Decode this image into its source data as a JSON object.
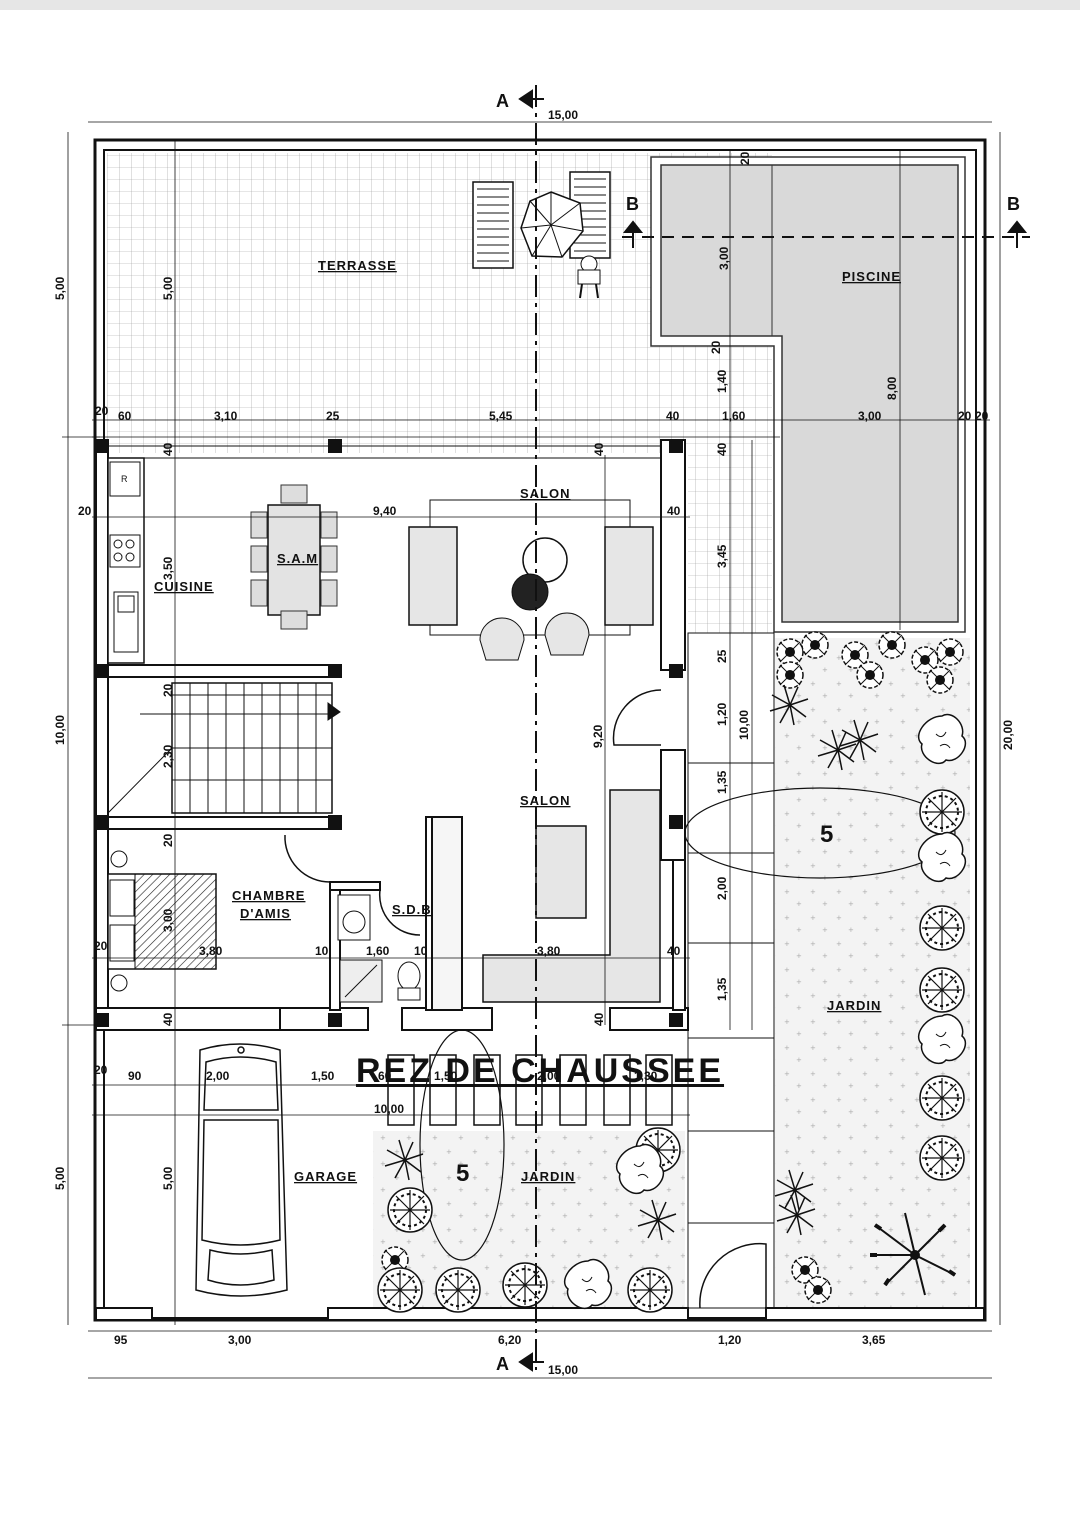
{
  "title": "REZ DE CHAUSSEE",
  "rooms": {
    "terrasse": "TERRASSE",
    "piscine": "PISCINE",
    "salon_top": "SALON",
    "salon_mid": "SALON",
    "sam": "S.A.M",
    "cuisine": "CUISINE",
    "chambre_1": "CHAMBRE",
    "chambre_2": "D'AMIS",
    "sdb": "S.D.B",
    "garage": "GARAGE",
    "jardin_right": "JARDIN",
    "jardin_bottom": "JARDIN"
  },
  "zone_labels": {
    "zone_right": "5",
    "zone_bottom": "5"
  },
  "section_marks": {
    "a_top": "A",
    "a_bottom": "A",
    "b_left": "B",
    "b_right": "B"
  },
  "fridge_label": "R",
  "dimensions": {
    "top_total": "15,00",
    "bottom_total": "15,00",
    "bottom_95": "95",
    "bottom_300": "3,00",
    "bottom_620": "6,20",
    "bottom_120": "1,20",
    "bottom_365": "3,65",
    "left_500_top": "5,00",
    "left_1000": "10,00",
    "left_500_bottom": "5,00",
    "right_2000": "20,00",
    "inner_500_terrasse": "5,00",
    "row1_20": "20",
    "row1_60": "60",
    "row1_310": "3,10",
    "row1_25": "25",
    "row1_545": "5,45",
    "row1_40": "40",
    "row1_160": "1,60",
    "row1_300": "3,00",
    "row1_20b": "20",
    "row1_20c": "20",
    "pool_20_top": "20",
    "pool_300": "3,00",
    "pool_20_mid": "20",
    "pool_140": "1,40",
    "pool_800": "8,00",
    "col_40_a": "40",
    "col_40_b": "40",
    "col_40_c": "40",
    "col_40_d": "40",
    "col_345": "3,45",
    "col_25": "25",
    "col_120": "1,20",
    "col_1000": "10,00",
    "col_135_a": "1,35",
    "col_200": "2,00",
    "col_135_b": "1,35",
    "row_940": "9,40",
    "row_20_left": "20",
    "cuisine_350": "3,50",
    "stair_20": "20",
    "stair_230": "2,30",
    "stair_20b": "20",
    "salon_920": "9,20",
    "chambre_300": "3,00",
    "row4_20": "20",
    "row4_380": "3,80",
    "row4_10a": "10",
    "row4_160": "1,60",
    "row4_10b": "10",
    "row4_380b": "3,80",
    "row4_40": "40",
    "low_40a": "40",
    "low_40b": "40",
    "g_20": "20",
    "g_90": "90",
    "g_200": "2,00",
    "g_150": "1,50",
    "g_60": "60",
    "g_150b": "1,50",
    "g_200b": "2,00",
    "g_130": "1,30",
    "g_1000": "10,00",
    "garage_500": "5,00"
  }
}
